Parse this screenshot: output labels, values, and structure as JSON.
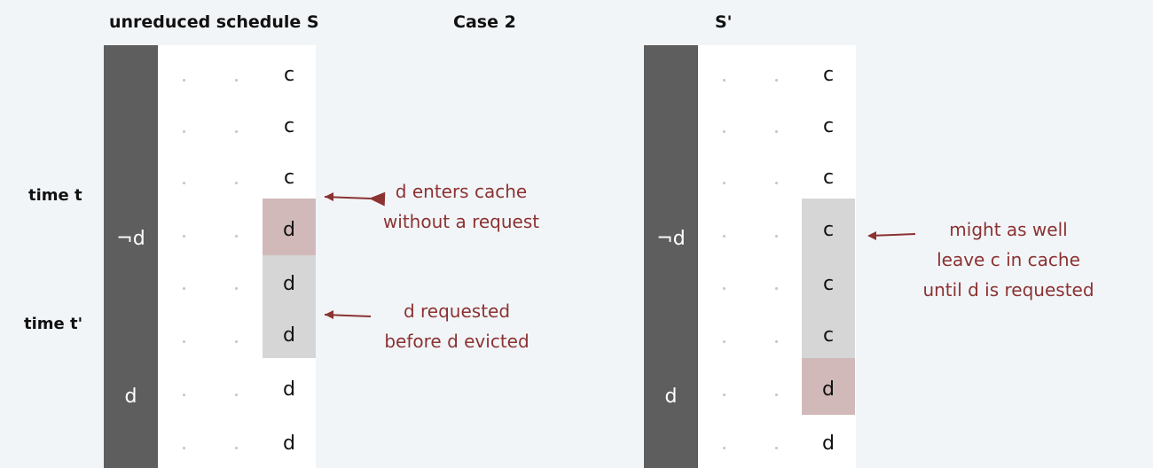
{
  "headings": {
    "left": "unreduced schedule S",
    "center": "Case 2",
    "right": "S'"
  },
  "time_labels": {
    "t": "time t",
    "t_prime": "time t'"
  },
  "left_schedule": {
    "requests": [
      "¬d",
      "d"
    ],
    "cache_cells": [
      "c",
      "c",
      "c",
      "d",
      "d",
      "d",
      "d",
      "d"
    ]
  },
  "right_schedule": {
    "requests": [
      "¬d",
      "d"
    ],
    "cache_cells": [
      "c",
      "c",
      "c",
      "c",
      "c",
      "c",
      "d",
      "d"
    ]
  },
  "annotations": {
    "enters": [
      "d enters cache",
      "without a request"
    ],
    "requested": [
      "d requested",
      "before d evicted"
    ],
    "might": [
      "might as well",
      "leave c in cache",
      "until d is requested"
    ]
  },
  "colors": {
    "request_column": "#5e5e5e",
    "highlight_pink": "#d1b9b9",
    "highlight_gray": "#d6d6d6",
    "annotation_text": "#8b3232",
    "background": "#f2f5f8"
  }
}
